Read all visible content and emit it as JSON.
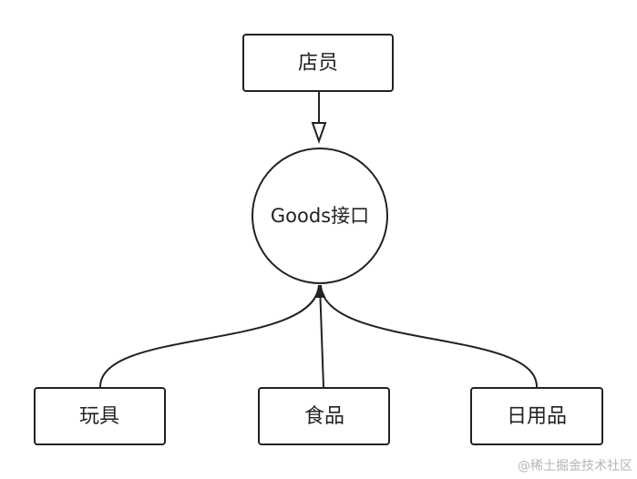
{
  "diagram": {
    "clerk": {
      "label": "店员"
    },
    "goods_interface": {
      "label": "Goods接口"
    },
    "toy": {
      "label": "玩具"
    },
    "food": {
      "label": "食品"
    },
    "daily_goods": {
      "label": "日用品"
    }
  },
  "watermark": "@稀土掘金技术社区",
  "colors": {
    "stroke": "#222222",
    "text": "#222222",
    "watermark": "#b5b5b5",
    "background": "#ffffff"
  }
}
